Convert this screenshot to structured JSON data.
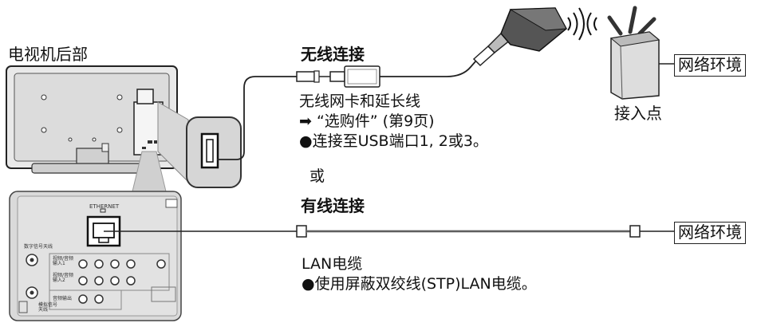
{
  "tv": {
    "title": "电视机后部"
  },
  "wireless": {
    "heading": "无线连接",
    "device_name": "无线网卡和延长线",
    "reference": "➡ “选购件” (第9页)",
    "note": "●连接至USB端口1, 2或3。"
  },
  "or_text": "或",
  "wired": {
    "heading": "有线连接",
    "cable_name": "LAN电缆",
    "note": "●使用屏蔽双绞线(STP)LAN电缆。"
  },
  "access_point": {
    "label": "接入点"
  },
  "network_env_label": "网络环境",
  "network_env_label_2": "网络环境",
  "panel": {
    "ethernet_label": "ETHERNET",
    "digital_antenna": "数字信号天线",
    "video_audio_in1": "视频/音频\n输入1",
    "video_audio_in2": "视频/音频\n输入2",
    "audio_out": "音频输出",
    "analog_antenna": "模拟信号\n天线"
  }
}
